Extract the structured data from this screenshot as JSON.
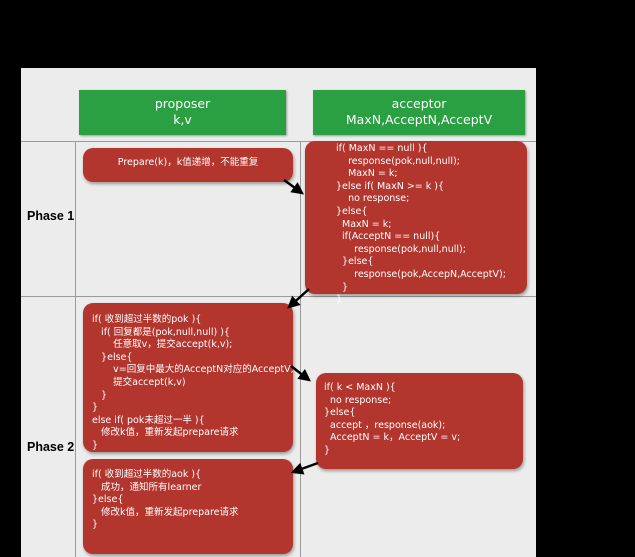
{
  "headers": {
    "proposer": {
      "line1": "proposer",
      "line2": "k,v"
    },
    "acceptor": {
      "line1": "acceptor",
      "line2": "MaxN,AcceptN,AcceptV"
    }
  },
  "phases": {
    "phase1": "Phase 1",
    "phase2": "Phase 2"
  },
  "boxes": {
    "prepare": [
      "Prepare(k)，k值递增，不能重复"
    ],
    "acceptor_phase1": [
      "if( MaxN == null ){",
      "    response(pok,null,null);",
      "    MaxN = k;",
      "}else if( MaxN >= k ){",
      "    no response;",
      "}else{",
      "  MaxN = k;",
      "  if(AcceptN == null){",
      "      response(pok,null,null);",
      "  }else{",
      "      response(pok,AccepN,AcceptV);",
      "  }",
      "}"
    ],
    "proposer_phase2": [
      "if( 收到超过半数的pok ){",
      "   if( 回复都是(pok,null,null) ){",
      "       任意取v，提交accept(k,v);",
      "   }else{",
      "       v=回复中最大的AcceptN对应的AcceptV,",
      "       提交accept(k,v)",
      "   }",
      "}",
      "else if( pok未超过一半 ){",
      "   修改k值，重新发起prepare请求",
      "}"
    ],
    "acceptor_phase2": [
      "if( k < MaxN ){",
      "  no response;",
      "}else{",
      "  accept ，response(aok);",
      "  AcceptN = k，AcceptV = v;",
      "}"
    ],
    "proposer_final": [
      "if( 收到超过半数的aok ){",
      "   成功，通知所有learner",
      "}else{",
      "   修改k值，重新发起prepare请求",
      "}"
    ]
  },
  "colors": {
    "header_green": "#2aa043",
    "box_red": "#b3362e",
    "background": "#ececec",
    "outer": "#000000"
  }
}
